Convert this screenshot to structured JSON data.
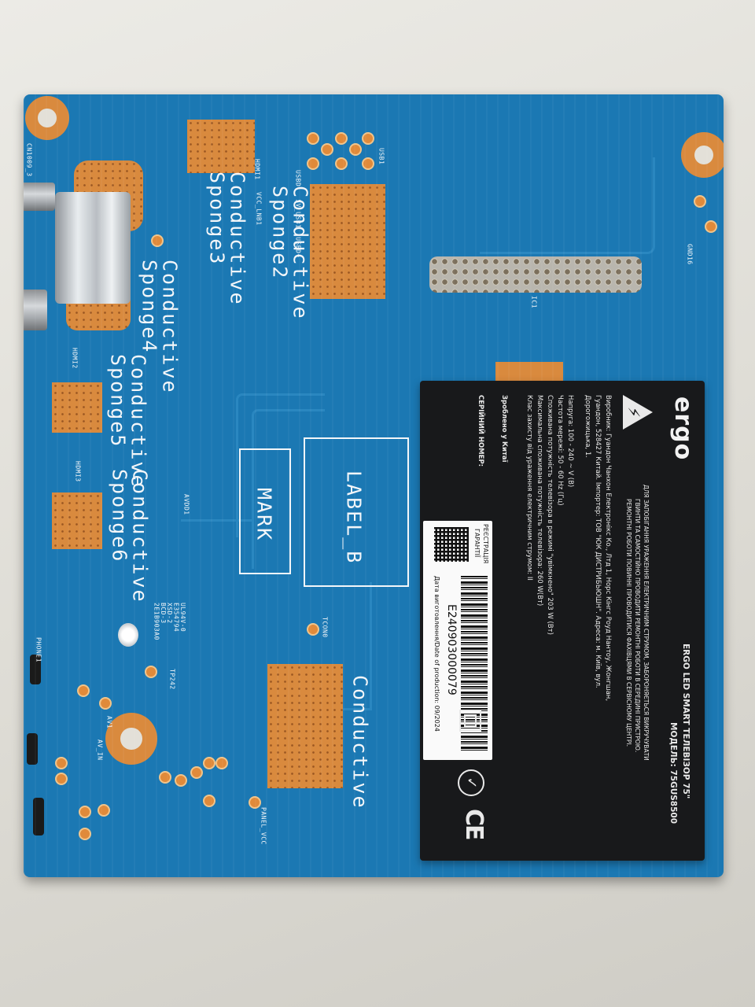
{
  "board": {
    "silkscreen": {
      "sponge2": "Conductive\nSponge2",
      "sponge3": "Conductive\nSponge3",
      "sponge4": "Conductive\nSponge4",
      "sponge5": "Conductive\nSponge5",
      "sponge6": "Conductive\nSponge6",
      "conductive": "Conductive",
      "label_b": "LABEL_B",
      "mark": "MARK",
      "hdmi1": "HDMI1",
      "hdmi2": "HDMI2",
      "hdmi3": "HDMI3",
      "usb1": "USB1",
      "usb_top": "USBD-  5V_USB1  USBD+",
      "vcc": "VCC_LNB1",
      "cn": "CN1009_3",
      "av1": "AV1",
      "av_in": "AV_IN",
      "avdd": "AVDD1",
      "tcon": "TCON0",
      "phone": "PHONE1",
      "panel": "PANEL_VCC",
      "tp": "TP242",
      "ul": "UL94V-0\nE354794\nXSD-2\nBCD-3\n2E1B903A0",
      "gnd": "GND16",
      "ic": "IC1"
    }
  },
  "sticker": {
    "brand": "ergo",
    "title_line1": "ERGO LED SMART ТЕЛЕВІЗОР 75\"",
    "title_line2": "МОДЕЛЬ: 75GUS8500",
    "warning_line1": "ДЛЯ ЗАПОБІГАННЯ УРАЖЕННЯ ЕЛЕКТРИЧНИМ СТРУМОМ, ЗАБОРОНЯЄТЬСЯ ВИКРУЧУВАТИ",
    "warning_line2": "ГВИНТИ ТА САМОСТІЙНО ПРОВОДИТИ РЕМОНТНІ РОБОТИ В СЕРЕДИНІ ПРИСТРОЮ.",
    "warning_line3": "РЕМОНТНІ РОБОТИ ПОВИННІ ПРОВОДИТИСЯ ФАХІВЦЯМИ В СЕРВІСНОМУ ЦЕНТРІ.",
    "manufacturer_line1": "Виробник: Гуандон Чанхон Електронікс Ко., Лтд 1, Норс Кінгс Роуд Нантоу, Жонгшан,",
    "manufacturer_line2": "Гуандон, 528427 Китай. Імпортер: ТОВ \"ЮК ДИСТРИБЬЮШН\". Адреса: м. Київ, вул.",
    "manufacturer_line3": "Дорогожицька, 1.",
    "spec_voltage": "Напруга: 100 - 240 ~ V (В)",
    "spec_freq": "Частота мережі: 50 - 60 Hz (Гц)",
    "spec_power_on": "Споживана потужність телевізора в режимі \"увімкнено\" 203 W (Вт)",
    "spec_power_max": "Максимальна споживана потужність телевізора: 260 W(Вт)",
    "spec_class": "Клас захисту від ураження електричним струмом: II",
    "made_in": "Зроблено у Китаї",
    "serial_label": "СЕРІЙНИЙ НОМЕР:",
    "warranty_line1": "РЕЄСТРАЦІЯ",
    "warranty_line2": "ГАРАНТІЇ",
    "serial_number": "E240903000079",
    "production_date": "Дата виготовлення/Date of production: 09/2024",
    "ce_mark": "CE"
  }
}
